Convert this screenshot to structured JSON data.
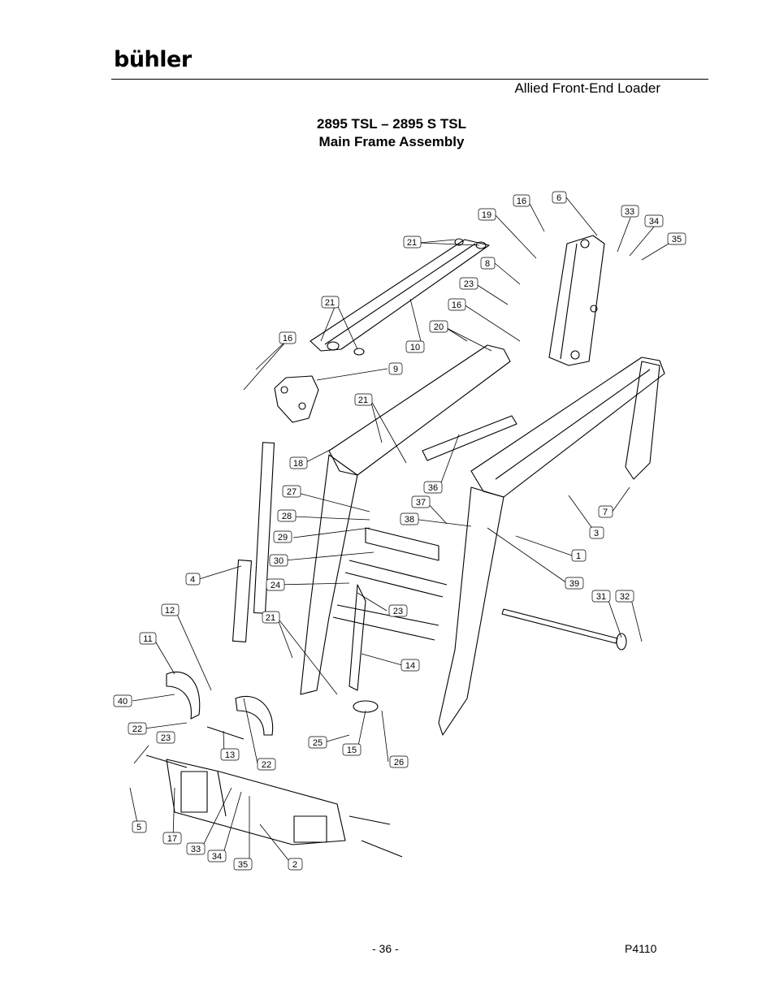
{
  "header": {
    "brand": "bühler",
    "subtitle": "Allied Front-End Loader"
  },
  "titles": {
    "line1": "2895 TSL – 2895 S TSL",
    "line2": "Main Frame Assembly"
  },
  "callouts": [
    {
      "id": "c16a",
      "label": "16"
    },
    {
      "id": "c6",
      "label": "6"
    },
    {
      "id": "c33a",
      "label": "33"
    },
    {
      "id": "c34a",
      "label": "34"
    },
    {
      "id": "c35a",
      "label": "35"
    },
    {
      "id": "c19",
      "label": "19"
    },
    {
      "id": "c21a",
      "label": "21"
    },
    {
      "id": "c8",
      "label": "8"
    },
    {
      "id": "c23a",
      "label": "23"
    },
    {
      "id": "c16b",
      "label": "16"
    },
    {
      "id": "c21b",
      "label": "21"
    },
    {
      "id": "c20",
      "label": "20"
    },
    {
      "id": "c10",
      "label": "10"
    },
    {
      "id": "c16c",
      "label": "16"
    },
    {
      "id": "c9",
      "label": "9"
    },
    {
      "id": "c21c",
      "label": "21"
    },
    {
      "id": "c18",
      "label": "18"
    },
    {
      "id": "c36",
      "label": "36"
    },
    {
      "id": "c27",
      "label": "27"
    },
    {
      "id": "c37",
      "label": "37"
    },
    {
      "id": "c7",
      "label": "7"
    },
    {
      "id": "c28",
      "label": "28"
    },
    {
      "id": "c38",
      "label": "38"
    },
    {
      "id": "c3",
      "label": "3"
    },
    {
      "id": "c29",
      "label": "29"
    },
    {
      "id": "c1",
      "label": "1"
    },
    {
      "id": "c30",
      "label": "30"
    },
    {
      "id": "c4",
      "label": "4"
    },
    {
      "id": "c39",
      "label": "39"
    },
    {
      "id": "c24",
      "label": "24"
    },
    {
      "id": "c31",
      "label": "31"
    },
    {
      "id": "c32",
      "label": "32"
    },
    {
      "id": "c12",
      "label": "12"
    },
    {
      "id": "c23b",
      "label": "23"
    },
    {
      "id": "c21d",
      "label": "21"
    },
    {
      "id": "c11",
      "label": "11"
    },
    {
      "id": "c14",
      "label": "14"
    },
    {
      "id": "c40",
      "label": "40"
    },
    {
      "id": "c22a",
      "label": "22"
    },
    {
      "id": "c23c",
      "label": "23"
    },
    {
      "id": "c25",
      "label": "25"
    },
    {
      "id": "c15",
      "label": "15"
    },
    {
      "id": "c13",
      "label": "13"
    },
    {
      "id": "c22b",
      "label": "22"
    },
    {
      "id": "c26",
      "label": "26"
    },
    {
      "id": "c5",
      "label": "5"
    },
    {
      "id": "c17",
      "label": "17"
    },
    {
      "id": "c33b",
      "label": "33"
    },
    {
      "id": "c34b",
      "label": "34"
    },
    {
      "id": "c35b",
      "label": "35"
    },
    {
      "id": "c2",
      "label": "2"
    }
  ],
  "footer": {
    "page": "- 36 -",
    "code": "P4110"
  }
}
